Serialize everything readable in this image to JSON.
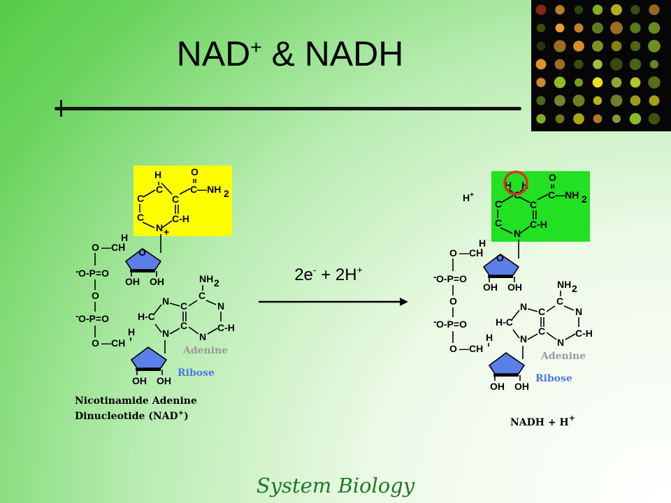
{
  "title": {
    "main": "NAD",
    "superscript": "+",
    "rest": " & NADH"
  },
  "reaction": {
    "e": "2e",
    "e_sup": "-",
    "mid": " + 2H",
    "h_sup": "+"
  },
  "left": {
    "caption_line1": "Nicotinamide Adenine",
    "caption_line2": "Dinucleotide (NAD",
    "caption_sup": "+",
    "caption_end": ")",
    "adenine": "Adenine",
    "ribose": "Ribose"
  },
  "right": {
    "caption": "NADH  + H",
    "caption_sup": "+",
    "adenine": "Adenine",
    "ribose": "Ribose",
    "free_h": "H",
    "free_h_sup": "+"
  },
  "footer": "System Biology",
  "colors": {
    "nicotinamide_box_nad": "#ffff00",
    "nicotinamide_box_nadh": "#22e022",
    "ribose_fill": "#5a7fe8",
    "highlight_circle": "#e03020",
    "ribose_label": "#4a78e6",
    "adenine_label": "#9a9a9a",
    "footer_text": "#1c7a20"
  }
}
